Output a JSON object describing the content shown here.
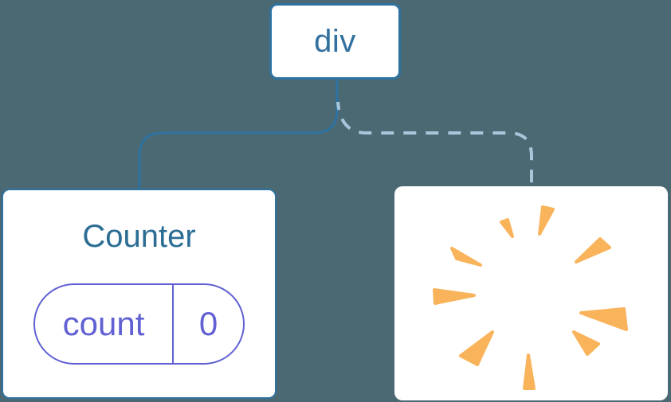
{
  "canvas": {
    "background_color": "#4b6973"
  },
  "tree": {
    "root": {
      "label": "div",
      "text_color": "#32719f",
      "border_color": "#2e73a0"
    },
    "left_child": {
      "title": "Counter",
      "title_color": "#2b6d94",
      "border_color": "#2e73a0",
      "connector_style": "solid",
      "state_pill": {
        "name": "count",
        "value": "0",
        "accent_color": "#6161d3"
      }
    },
    "right_child": {
      "connector_style": "dashed",
      "icon": "poof-burst-icon",
      "poof_color": "#f9b45b"
    }
  },
  "connectors": {
    "solid_color": "#2e73a0",
    "dashed_color": "#a8c6da"
  }
}
